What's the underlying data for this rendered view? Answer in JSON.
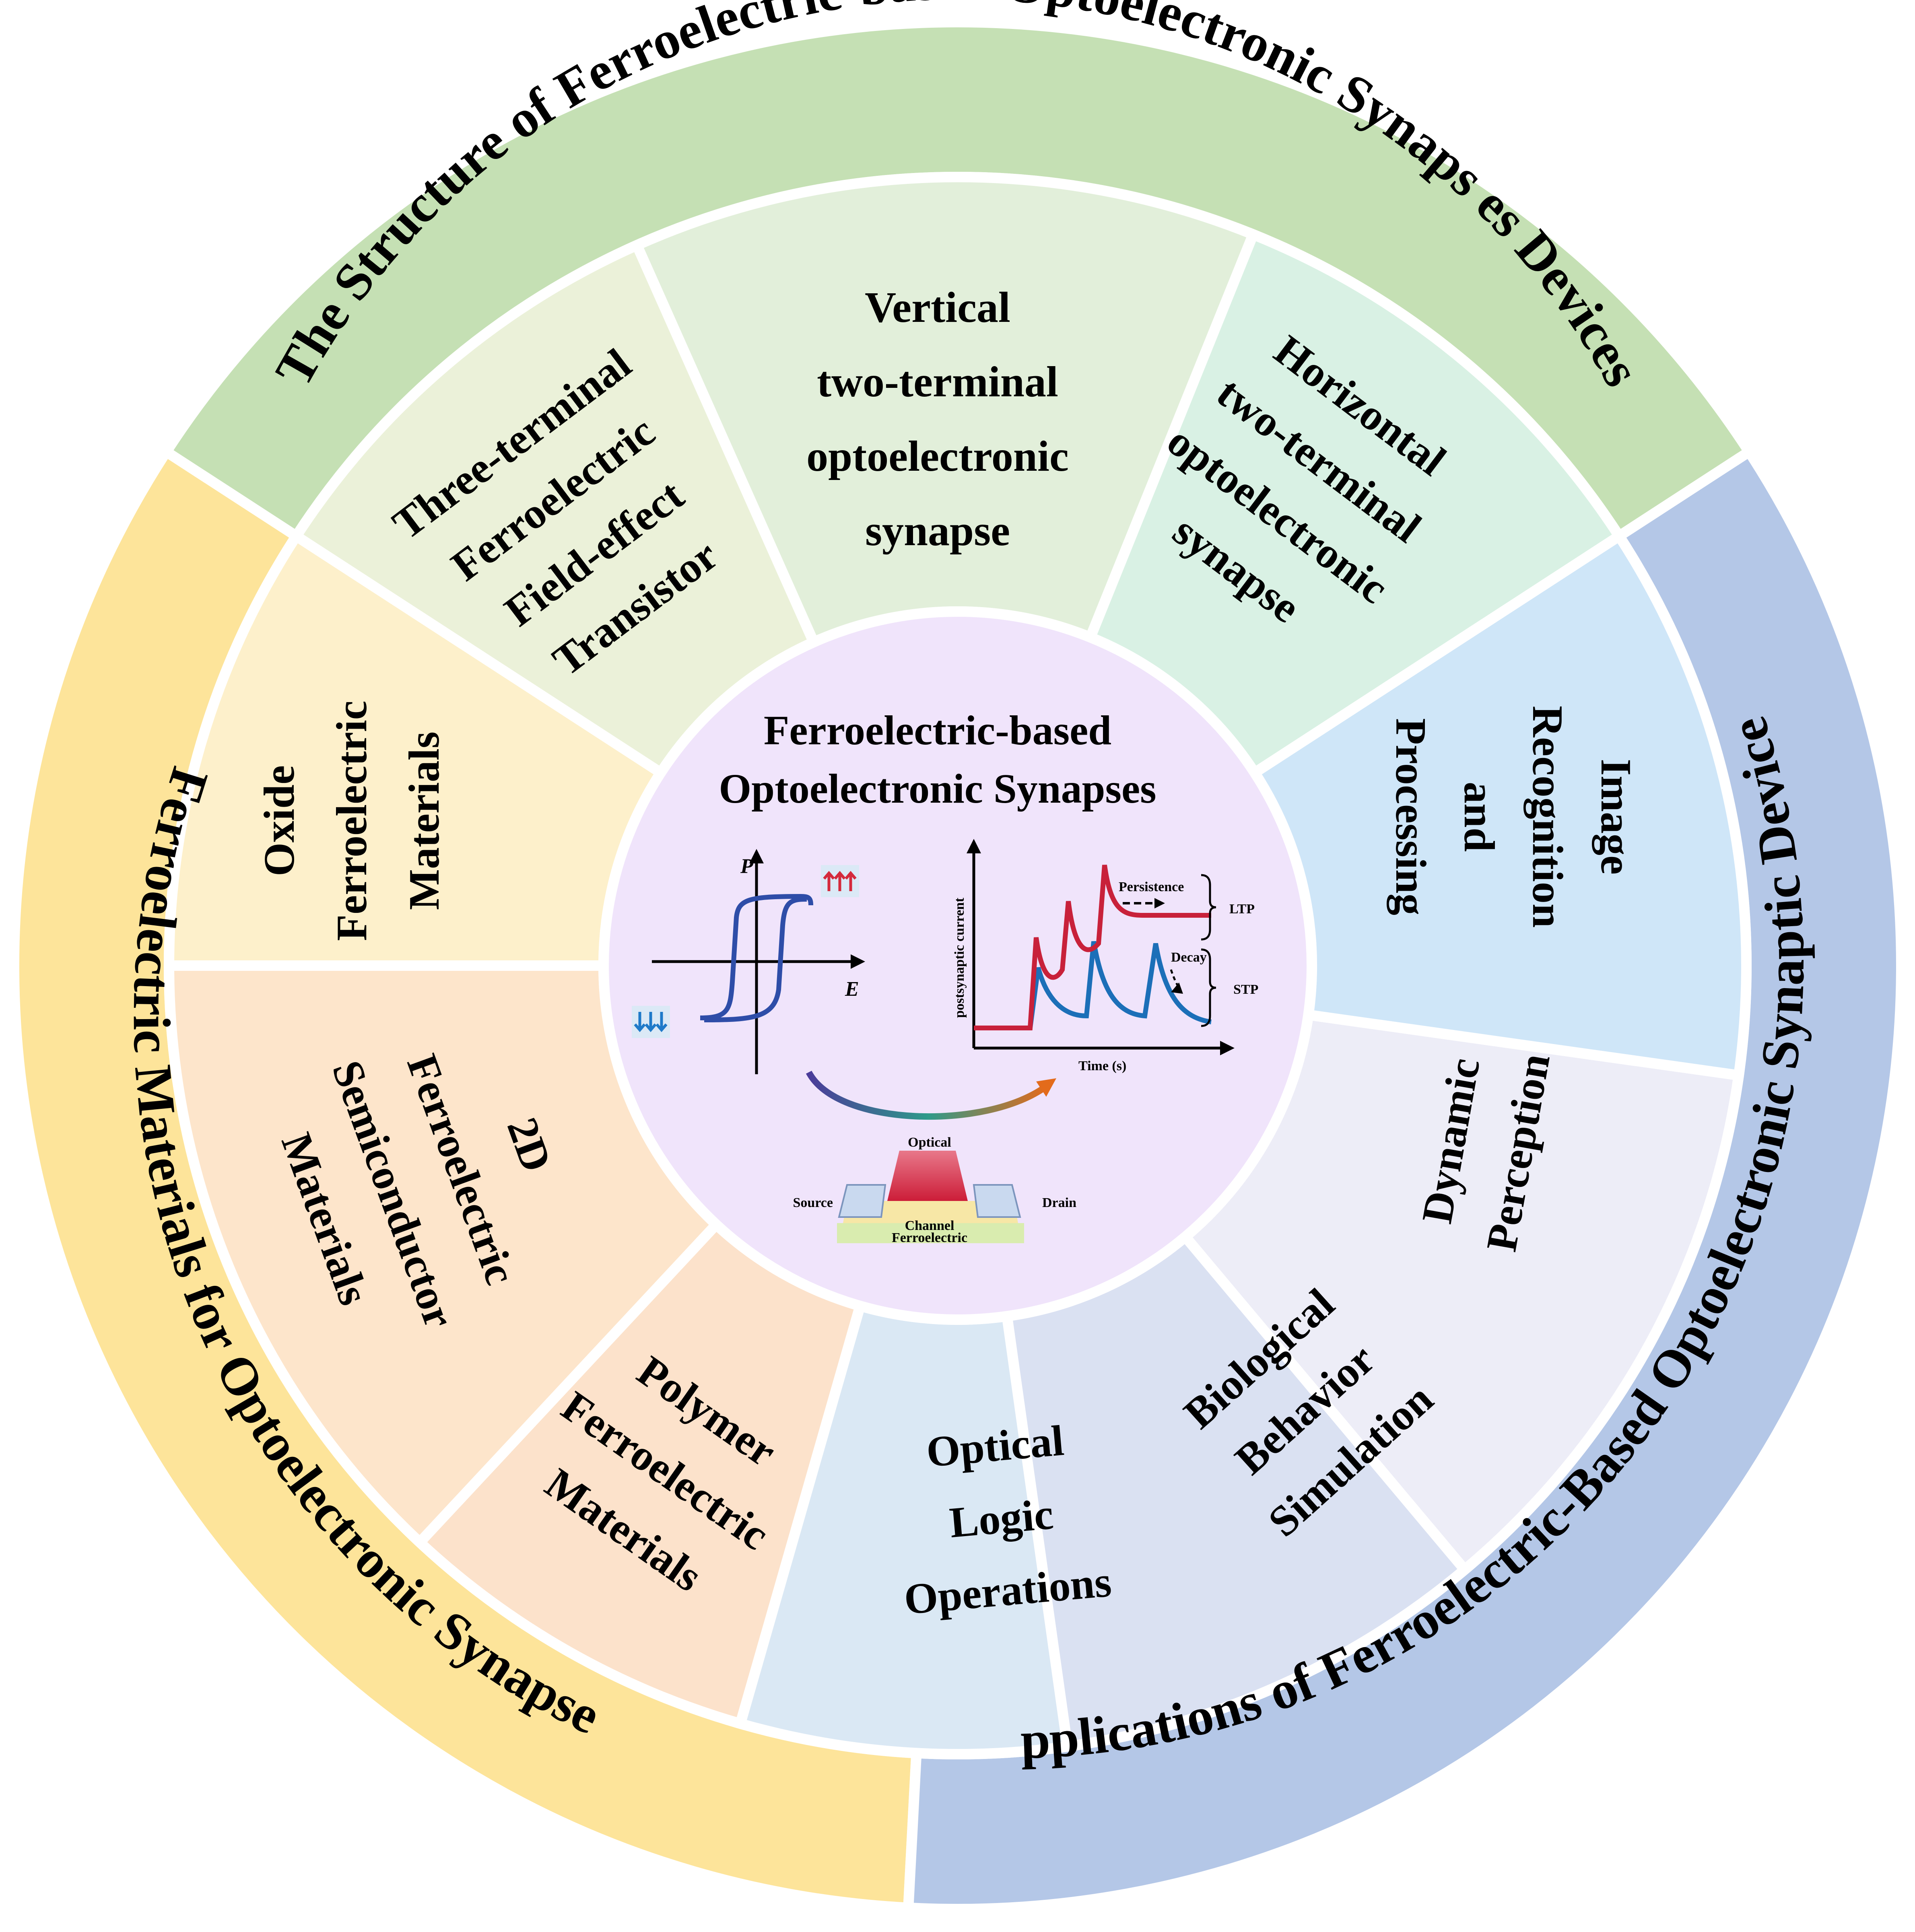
{
  "outer_ring": {
    "structure_title": "The  Structure of Ferroelectric-based Optoelectronic Synaps es Devices",
    "materials_title": "Ferroelectric Materials for Optoelectronic Synapses",
    "applications_title": "Applications of Ferroelectric-Based Optoelectronic Synaptic Devices"
  },
  "segments": {
    "three_terminal": [
      "Three-terminal",
      "Ferroelectric",
      "Field-effect",
      "Transistor"
    ],
    "vertical": [
      "Vertical",
      "two-terminal",
      "optoelectronic",
      "synapse"
    ],
    "horizontal": [
      "Horizontal",
      "two-terminal",
      "optoelectronic",
      "synapse"
    ],
    "image": [
      "Image",
      "Recognition",
      "and",
      "Processing"
    ],
    "dynamic": [
      "Dynamic",
      "Perception"
    ],
    "biological": [
      "Biological",
      "Behavior",
      "Simulation"
    ],
    "optical_logic": [
      "Optical",
      "Logic",
      "Operations"
    ],
    "polymer": [
      "Polymer",
      "Ferroelectric",
      "Materials"
    ],
    "twod": [
      "2D",
      "Ferroelectric",
      "Semiconductor",
      "Materials"
    ],
    "oxide": [
      "Oxide",
      "Ferroelectric",
      "Materials"
    ]
  },
  "center": {
    "title_line1": "Ferroelectric-based",
    "title_line2": "Optoelectronic Synapses",
    "hysteresis": {
      "p_label": "P",
      "e_label": "E"
    },
    "synaptic_plot": {
      "ylabel": "postsynaptic current",
      "xlabel": "Time (s)",
      "persistence": "Persistence",
      "ltp": "LTP",
      "decay": "Decay",
      "stp": "STP"
    },
    "device": {
      "optical": "Optical",
      "source": "Source",
      "drain": "Drain",
      "channel": "Channel",
      "ferroelectric": "Ferroelectric"
    }
  },
  "colors": {
    "structure_ring": "#c5e0b4",
    "materials_ring": "#fde49a",
    "applications_ring": "#b4c7e7",
    "center_fill": "#f0e4fb",
    "ltp_line": "#c8213a",
    "stp_line": "#1c6fb8",
    "hysteresis_line": "#2e4da8"
  }
}
